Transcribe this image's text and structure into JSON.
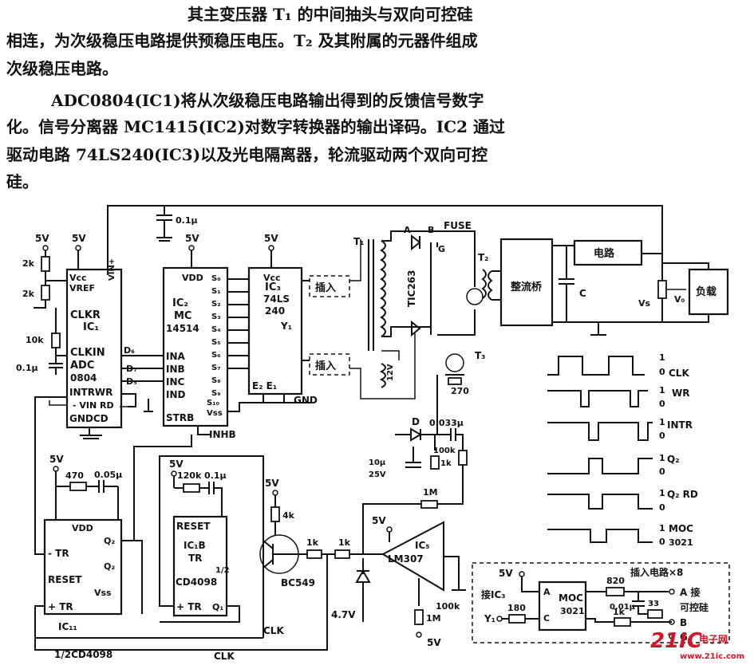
{
  "text": {
    "line1": "其主变压器 T₁ 的中间抽头与双向可控硅",
    "line2": "相连，为次级稳压电路提供预稳压电压。T₂ 及其附属的元器件组成",
    "line3": "次级稳压电路。",
    "line4": "ADC0804(IC1)将从次级稳压电路输出得到的反馈信号数字",
    "line5": "化。信号分离器 MC1415(IC2)对数字转换器的输出译码。IC2 通过",
    "line6": "驱动电路 74LS240(IC3)以及光电隔离器，轮流驱动两个双向可控",
    "line7": "硅。"
  },
  "labels": {
    "v5": "5V",
    "c_top": "0.1μ",
    "r2k": "2k",
    "r10k": "10k",
    "c01": "0.1μ",
    "ic1_vcc": "Vcc",
    "ic1_vref": "VREF",
    "ic1_vin": "VIN+",
    "ic1_clkr": "CLKR",
    "ic1_name": "IC₁",
    "ic1_clkin": "CLKIN",
    "ic1_adc": "ADC",
    "ic1_0804": "0804",
    "ic1_intr": "INTRWR",
    "ic1_vinrd": "- VIN RD",
    "ic1_gnd": "GNDCD",
    "d6": "D₆",
    "d7": "D₇",
    "d5": "D₅",
    "ic2_vdd": "VDD",
    "ic2_name": "IC₂",
    "ic2_mc": "MC",
    "ic2_14514": "14514",
    "ic2_ina": "INA",
    "ic2_inb": "INB",
    "ic2_inc": "INC",
    "ic2_ind": "IND",
    "ic2_strb": "STRB",
    "ic2_inhb": "INHB",
    "ic2_s0": "S₀",
    "ic2_s1": "S₁",
    "ic2_s2": "S₂",
    "ic2_s3": "S₃",
    "ic2_s4": "S₄",
    "ic2_s5": "S₅",
    "ic2_s6": "S₆",
    "ic2_s7": "S₇",
    "ic2_s8": "S₈",
    "ic2_s9": "S₉",
    "ic2_s10": "S₁₀",
    "ic2_vss": "Vss",
    "ic3_vcc": "Vcc",
    "ic3_name": "IC₃",
    "ic3_74ls": "74LS",
    "ic3_240": "240",
    "ic3_y1": "Y₁",
    "ic3_e": "E₂ E₁",
    "gnd": "GND",
    "insert": "插入",
    "t1": "T₁",
    "a": "A",
    "b": "B",
    "fuse": "FUSE",
    "g": "G",
    "tic": "TIC263",
    "t2": "T₂",
    "rect": "整流桥",
    "c": "C",
    "circuit": "电路",
    "vs": "Vs",
    "vo": "V₀",
    "load": "负载",
    "v12": "12V",
    "r270": "270",
    "t3": "T₃",
    "d": "D",
    "c033": "0.033μ",
    "r100k": "100k",
    "c10u": "10μ",
    "v25": "25V",
    "r1k": "1k",
    "r1m": "1M",
    "r4k": "4k",
    "ic5": "IC₅",
    "lm307": "LM307",
    "r100k2": "100k",
    "r1m2": "1M",
    "bc549": "BC549",
    "v47": "4.7V",
    "clk": "CLK",
    "v5b": "5V",
    "r470": "470",
    "c005": "0.05μ",
    "r120k": "120k",
    "c01b": "0.1μ",
    "vdd": "VDD",
    "q2": "Q₂",
    "tr_neg": "- TR",
    "reset": "RESET",
    "vss": "Vss",
    "tr_pos": "+ TR",
    "ic11": "IC₁₁",
    "cd_a": "1/2CD4098",
    "ic1b": "IC₁B",
    "tr": "TR",
    "cd4098": "CD4098",
    "half": "1/2",
    "q1": "Q₁",
    "wf_clk": "CLK",
    "wf_wr": "WR",
    "wf_intr": "INTR",
    "wf_q2": "Q₂",
    "wf_q2rd": "Q₂  RD",
    "wf_moc": "MOC",
    "wf_3021": "3021",
    "one": "1",
    "zero": "0",
    "ins_title": "插入电路×8",
    "moc": "MOC",
    "moc3021": "3021",
    "r820": "820",
    "r180": "180",
    "c001": "0.01μ",
    "r33": "33",
    "r1kb": "1k",
    "to_ic3": "接IC₃",
    "y1": "Y₁",
    "pa": "A",
    "pc": "C",
    "to_scr_a": "A 接",
    "to_scr_b": "可控硅",
    "out_b": "B",
    "out_g": "G",
    "wm": "21IC",
    "wm_cn": "电子网",
    "wm_url": "www.21ic.com"
  },
  "colors": {
    "ink": "#111111",
    "watermark": "#d0162a",
    "background": "#ffffff"
  }
}
